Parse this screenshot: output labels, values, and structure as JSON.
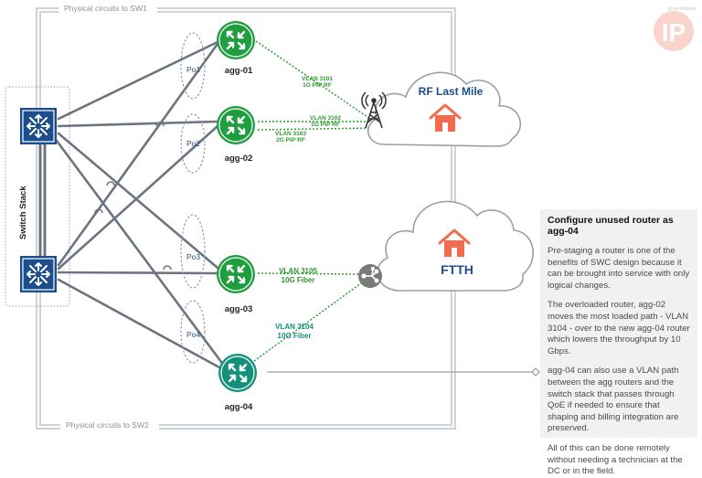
{
  "labels": {
    "top_circuit": "Physical circuits to SW1",
    "bottom_circuit": "Physical circuits to SW2",
    "switch_stack": "Switch Stack",
    "watermark": "@sportsfanbe"
  },
  "routers": [
    "agg-01",
    "agg-02",
    "agg-03",
    "agg-04"
  ],
  "port_channels": [
    "Po1",
    "Po2",
    "Po3",
    "Po4"
  ],
  "clouds": {
    "rf": "RF Last Mile",
    "ftth": "FTTH"
  },
  "links": [
    {
      "line1": "VLAN 3101",
      "line2": "1G PtP RF"
    },
    {
      "line1": "VLAN 3102",
      "line2": "1G PtP RF"
    },
    {
      "line1": "VLAN 3103",
      "line2": "2G PtP RF"
    },
    {
      "line1": "VLAN 3105",
      "line2": "10G Fiber"
    },
    {
      "line1": "VLAN 3104",
      "line2": "10G Fiber"
    }
  ],
  "note": {
    "title": "Configure unused router as agg-04",
    "paragraphs": [
      "Pre-staging a router is one of the benefits of SWC design because it can be brought into service with only logical changes.",
      "The overloaded router, agg-02 moves the most loaded path - VLAN 3104 - over to the new agg-04 router which lowers the throughput by 10 Gbps.",
      "agg-04 can also use a VLAN path between the agg routers and the switch stack that passes through QoE if needed to ensure that shaping and billing integration are preserved.",
      "All of this can be done remotely without needing a technician at the DC or in the field."
    ]
  },
  "colors": {
    "router_green": "#1e9e3e",
    "router_teal": "#13907a",
    "switch_blue": "#1d4e8c",
    "vlan_green": "#2a9a2a",
    "home_orange": "#f26b4f",
    "line_gray": "#6c7480"
  }
}
